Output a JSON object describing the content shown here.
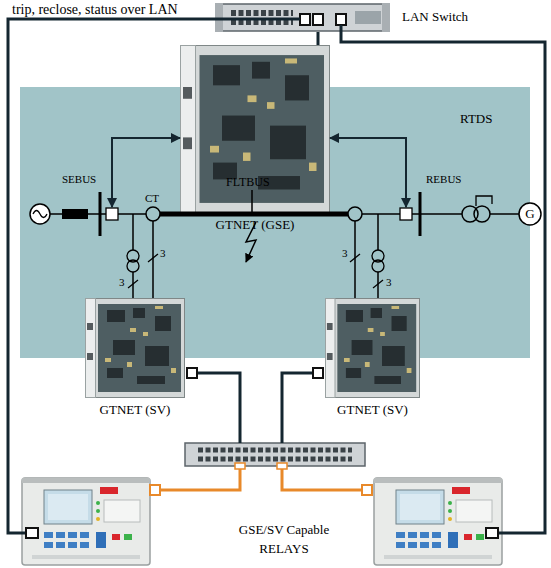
{
  "diagram": {
    "nodes": [
      {
        "text": [
          "LAN Switch"
        ]
      },
      {
        "text": [
          "GTNET (GSE)"
        ]
      },
      {
        "text": [
          "RTDS"
        ]
      },
      {
        "text": [
          "GTNET (SV)"
        ]
      },
      {
        "text": [
          "GTNET (SV)"
        ]
      }
    ],
    "edges": [
      {
        "from": 0,
        "to": 1,
        "arrow": "none"
      }
    ],
    "labels": [
      "trip, reclose, status over LAN",
      "SEBUS",
      "REBUS",
      "FLTBUS",
      "CT",
      "G",
      "3",
      "3",
      "3",
      "3",
      "GSE/SV Capable RELAYS"
    ]
  }
}
